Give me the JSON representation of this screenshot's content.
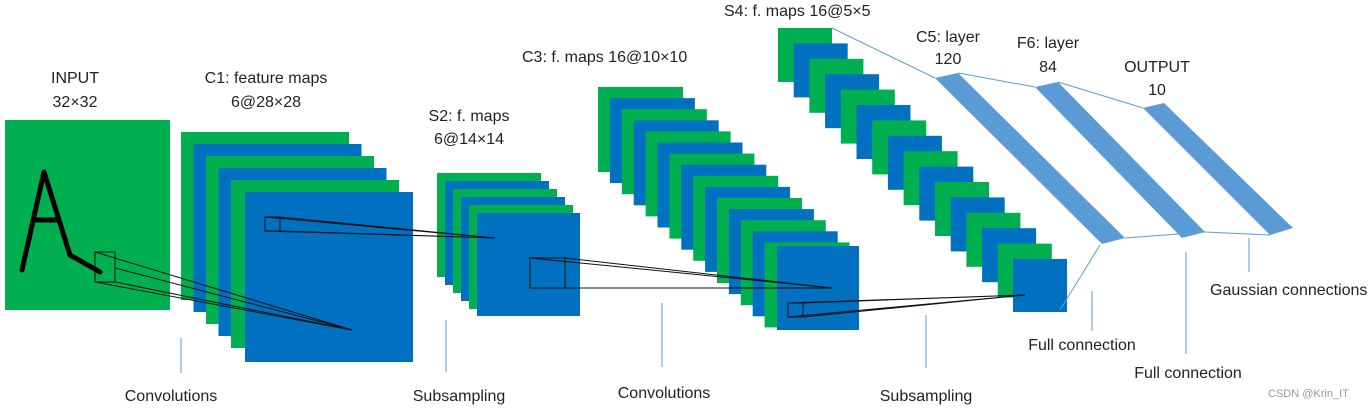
{
  "colors": {
    "green": "#00b050",
    "blue": "#0070c0",
    "light_blue": "#5b9bd5",
    "line": "#5b9bd5",
    "text": "#222222"
  },
  "labels": {
    "input": [
      "INPUT",
      "32×32"
    ],
    "c1": [
      "C1: feature maps",
      "6@28×28"
    ],
    "s2": [
      "S2: f. maps",
      "6@14×14"
    ],
    "c3": "C3: f. maps 16@10×10",
    "s4": "S4: f. maps 16@5×5",
    "c5": [
      "C5: layer",
      "120"
    ],
    "f6": [
      "F6: layer",
      "84"
    ],
    "output": [
      "OUTPUT",
      "10"
    ]
  },
  "input_glyph": "A",
  "operations": {
    "convolutions_1": "Convolutions",
    "subsampling_1": "Subsampling",
    "convolutions_2": "Convolutions",
    "subsampling_2": "Subsampling",
    "full_connection_1": "Full connection",
    "full_connection_2": "Full connection",
    "gaussian": "Gaussian connections"
  },
  "watermark": "CSDN @Krin_IT",
  "layers": {
    "c1_map_count": 6,
    "s2_map_count": 6,
    "c3_map_count": 16,
    "s4_map_count": 16
  }
}
